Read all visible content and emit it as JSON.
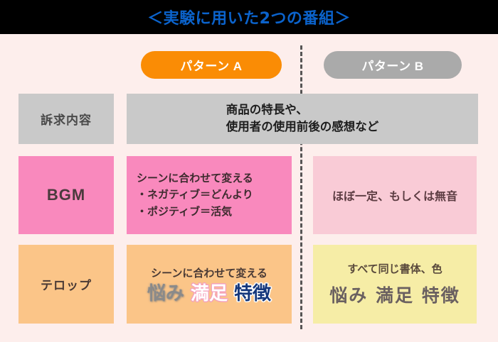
{
  "header": {
    "title": "＜実験に用いた2つの番組＞",
    "title_color": "#0b63cc",
    "background_color": "#000000"
  },
  "columns": {
    "pattern_a": {
      "label": "パターン A",
      "color": "#fa8c05"
    },
    "pattern_b": {
      "label": "パターン B",
      "color": "#aaaaaa"
    }
  },
  "rows": [
    {
      "label": "訴求内容",
      "label_color": "#c9c9c9",
      "spans_both_columns": true,
      "content": "商品の特長や、\n使用者の使用前後の感想など",
      "content_color": "#c9c9c9"
    },
    {
      "label": "BGM",
      "label_color": "#f989bd",
      "spans_both_columns": false,
      "pattern_a": {
        "text": "シーンに合わせて変える\n・ネガティブ＝どんより\n・ポジティブ＝活気",
        "color": "#f989bd"
      },
      "pattern_b": {
        "text": "ほぼ一定、もしくは無音",
        "color": "#f9cbd6"
      }
    },
    {
      "label": "テロップ",
      "label_color": "#fbc588",
      "spans_both_columns": false,
      "pattern_a": {
        "subtitle": "シーンに合わせて変える",
        "color": "#fbc588",
        "sample_words": [
          {
            "text": "悩み",
            "style": "gray-brush",
            "color": "#8a8a8a"
          },
          {
            "text": "満足",
            "style": "white-with-pink-outline",
            "color": "#ffffff",
            "outline": "#f4a0bb"
          },
          {
            "text": "特徴",
            "style": "navy-with-white-outline",
            "color": "#14377c",
            "outline": "#ffffff"
          }
        ]
      },
      "pattern_b": {
        "subtitle": "すべて同じ書体、色",
        "color": "#f6eda6",
        "sample_words_uniform": "悩み 満足 特徴",
        "sample_words_color": "#6a6060"
      }
    }
  ],
  "divider": {
    "style": "dashed-vertical",
    "color": "#3b3b3b"
  },
  "background_color": "#fdeeec"
}
